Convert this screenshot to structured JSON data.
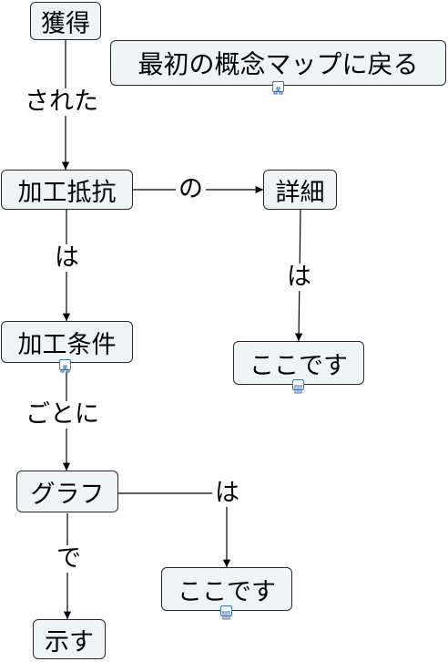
{
  "nodes": {
    "kakutoku": "獲得",
    "return_map": "最初の概念マップに戻る",
    "kako_teikou": "加工抵抗",
    "shousai": "詳細",
    "kako_jouken": "加工条件",
    "koko_1": "ここです",
    "graph": "グラフ",
    "koko_2": "ここです",
    "shimesu": "示す"
  },
  "links": {
    "sareta": "された",
    "no": "の",
    "wa_1": "は",
    "wa_2": "は",
    "gotoni": "ごとに",
    "wa_3": "は",
    "de": "で"
  },
  "icons": {
    "concept_map_link": "concept-map-link-icon",
    "document_link": "document-link-icon"
  },
  "colors": {
    "node_fill": "#eef3f6",
    "node_border": "#2a2a2a",
    "icon_border": "#3a6fb0"
  }
}
